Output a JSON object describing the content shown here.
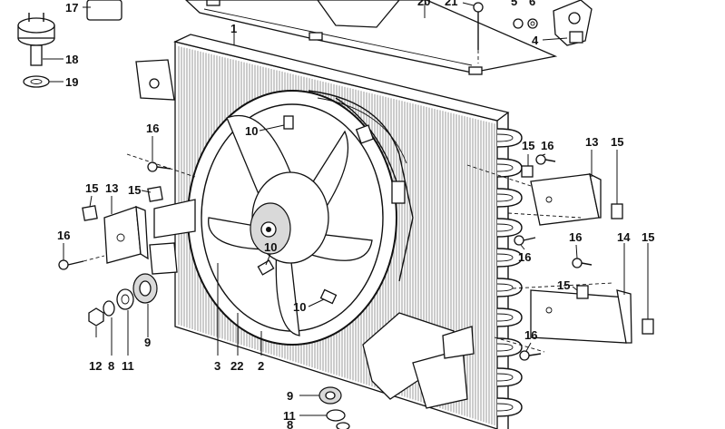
{
  "diagram": {
    "callouts": [
      {
        "id": "c17",
        "text": "17"
      },
      {
        "id": "c18",
        "text": "18"
      },
      {
        "id": "c19",
        "text": "19"
      },
      {
        "id": "c1",
        "text": "1"
      },
      {
        "id": "c20",
        "text": "20"
      },
      {
        "id": "c21",
        "text": "21"
      },
      {
        "id": "c5",
        "text": "5"
      },
      {
        "id": "c6",
        "text": "6"
      },
      {
        "id": "c4",
        "text": "4"
      },
      {
        "id": "c16a",
        "text": "16"
      },
      {
        "id": "c10a",
        "text": "10"
      },
      {
        "id": "c15a",
        "text": "15"
      },
      {
        "id": "c13a",
        "text": "13"
      },
      {
        "id": "c15b",
        "text": "15"
      },
      {
        "id": "c16b",
        "text": "16"
      },
      {
        "id": "c10b",
        "text": "10"
      },
      {
        "id": "c10c",
        "text": "10"
      },
      {
        "id": "c12",
        "text": "12"
      },
      {
        "id": "c8a",
        "text": "8"
      },
      {
        "id": "c11a",
        "text": "11"
      },
      {
        "id": "c9a",
        "text": "9"
      },
      {
        "id": "c3",
        "text": "3"
      },
      {
        "id": "c22",
        "text": "22"
      },
      {
        "id": "c2",
        "text": "2"
      },
      {
        "id": "c15c",
        "text": "15"
      },
      {
        "id": "c16c",
        "text": "16"
      },
      {
        "id": "c13b",
        "text": "13"
      },
      {
        "id": "c15d",
        "text": "15"
      },
      {
        "id": "c16d",
        "text": "16"
      },
      {
        "id": "c16e",
        "text": "16"
      },
      {
        "id": "c14",
        "text": "14"
      },
      {
        "id": "c15e",
        "text": "15"
      },
      {
        "id": "c15f",
        "text": "15"
      },
      {
        "id": "c16f",
        "text": "16"
      },
      {
        "id": "c9b",
        "text": "9"
      },
      {
        "id": "c11b",
        "text": "11"
      },
      {
        "id": "c8b",
        "text": "8"
      }
    ]
  }
}
